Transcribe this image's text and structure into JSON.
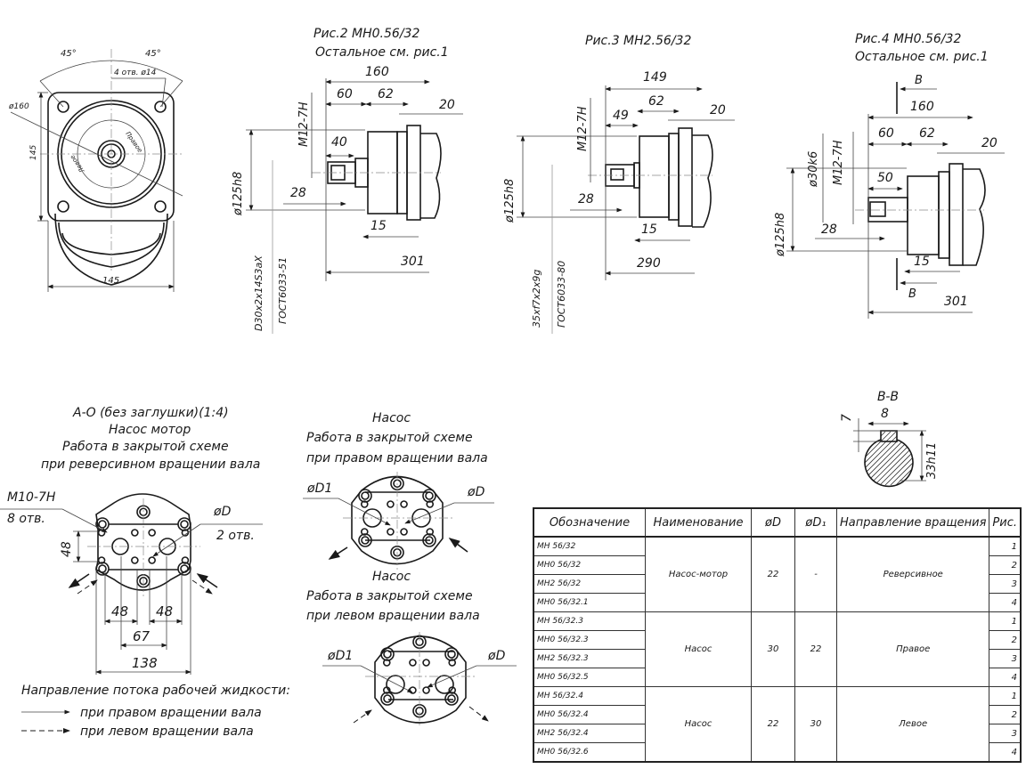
{
  "fig1": {
    "angle_left": "45°",
    "angle_right": "45°",
    "holes_label": "4 отв. ø14",
    "diameter_label": "ø160",
    "height_label": "145",
    "width_label": "145",
    "rotation_right": "Правое",
    "rotation_left": "Левое"
  },
  "fig2": {
    "title": "Рис.2  МН0.56/32",
    "subtitle": "Остальное см. рис.1",
    "dim_160": "160",
    "dim_60": "60",
    "dim_62": "62",
    "dim_20": "20",
    "dim_40": "40",
    "dim_28": "28",
    "dim_15": "15",
    "dim_301": "301",
    "thread": "M12-7H",
    "flange_dia": "ø125h8",
    "spline": "D30x2x14S3aX",
    "standard": "ГОСТ6033-51"
  },
  "fig3": {
    "title": "Рис.3  МН2.56/32",
    "dim_149": "149",
    "dim_49": "49",
    "dim_62": "62",
    "dim_20": "20",
    "dim_28": "28",
    "dim_15": "15",
    "dim_290": "290",
    "thread": "M12-7H",
    "flange_dia": "ø125h8",
    "spline": "35xf7x2x9g",
    "standard": "ГОСТ6033-80"
  },
  "fig4": {
    "title": "Рис.4  МН0.56/32",
    "subtitle": "Остальное см. рис.1",
    "section_mark_top": "B",
    "section_mark_bottom": "B",
    "dim_160": "160",
    "dim_60": "60",
    "dim_62": "62",
    "dim_20": "20",
    "dim_50": "50",
    "dim_28": "28",
    "dim_15": "15",
    "dim_301": "301",
    "thread": "M12-7H",
    "shaft_dia": "ø30k6",
    "flange_dia": "ø125h8"
  },
  "section_bb": {
    "title": "B-B",
    "key_width": "8",
    "key_depth": "7",
    "shaft_height": "33h11"
  },
  "view_a": {
    "title": "А-О (без заглушки)(1:4)",
    "line2": "Насос мотор",
    "line3": "Работа в закрытой схеме",
    "line4": "при реверсивном вращении вала",
    "thread_label": "M10-7H",
    "thread_count": "8 отв.",
    "port_label": "øD",
    "port_count": "2 отв.",
    "dim_48_v": "48",
    "dim_48_left": "48",
    "dim_48_right": "48",
    "dim_67": "67",
    "dim_138": "138"
  },
  "pump_right": {
    "line1": "Насос",
    "line2": "Работа в закрытой схеме",
    "line3": "при правом вращении вала",
    "port_d1": "øD1",
    "port_d": "øD"
  },
  "pump_left": {
    "line1": "Насос",
    "line2": "Работа в закрытой схеме",
    "line3": "при левом вращении вала",
    "port_d1": "øD1",
    "port_d": "øD"
  },
  "legend": {
    "title": "Направление потока рабочей жидкости:",
    "solid": "при правом вращении вала",
    "dashed": "при левом вращении вала"
  },
  "table": {
    "headers": [
      "Обозначение",
      "Наименование",
      "øD",
      "øD₁",
      "Направление вращения",
      "Рис."
    ],
    "groups": [
      {
        "name": "Насос-мотор",
        "d": "22",
        "d1": "-",
        "direction": "Реверсивное",
        "rows": [
          {
            "designation": "МН 56/32",
            "fig": "1"
          },
          {
            "designation": "МН0 56/32",
            "fig": "2"
          },
          {
            "designation": "МН2 56/32",
            "fig": "3"
          },
          {
            "designation": "МН0 56/32.1",
            "fig": "4"
          }
        ]
      },
      {
        "name": "Насос",
        "d": "30",
        "d1": "22",
        "direction": "Правое",
        "rows": [
          {
            "designation": "МН 56/32.3",
            "fig": "1"
          },
          {
            "designation": "МН0 56/32.3",
            "fig": "2"
          },
          {
            "designation": "МН2 56/32.3",
            "fig": "3"
          },
          {
            "designation": "МН0 56/32.5",
            "fig": "4"
          }
        ]
      },
      {
        "name": "Насос",
        "d": "22",
        "d1": "30",
        "direction": "Левое",
        "rows": [
          {
            "designation": "МН 56/32.4",
            "fig": "1"
          },
          {
            "designation": "МН0 56/32.4",
            "fig": "2"
          },
          {
            "designation": "МН2 56/32.4",
            "fig": "3"
          },
          {
            "designation": "МН0 56/32.6",
            "fig": "4"
          }
        ]
      }
    ]
  }
}
